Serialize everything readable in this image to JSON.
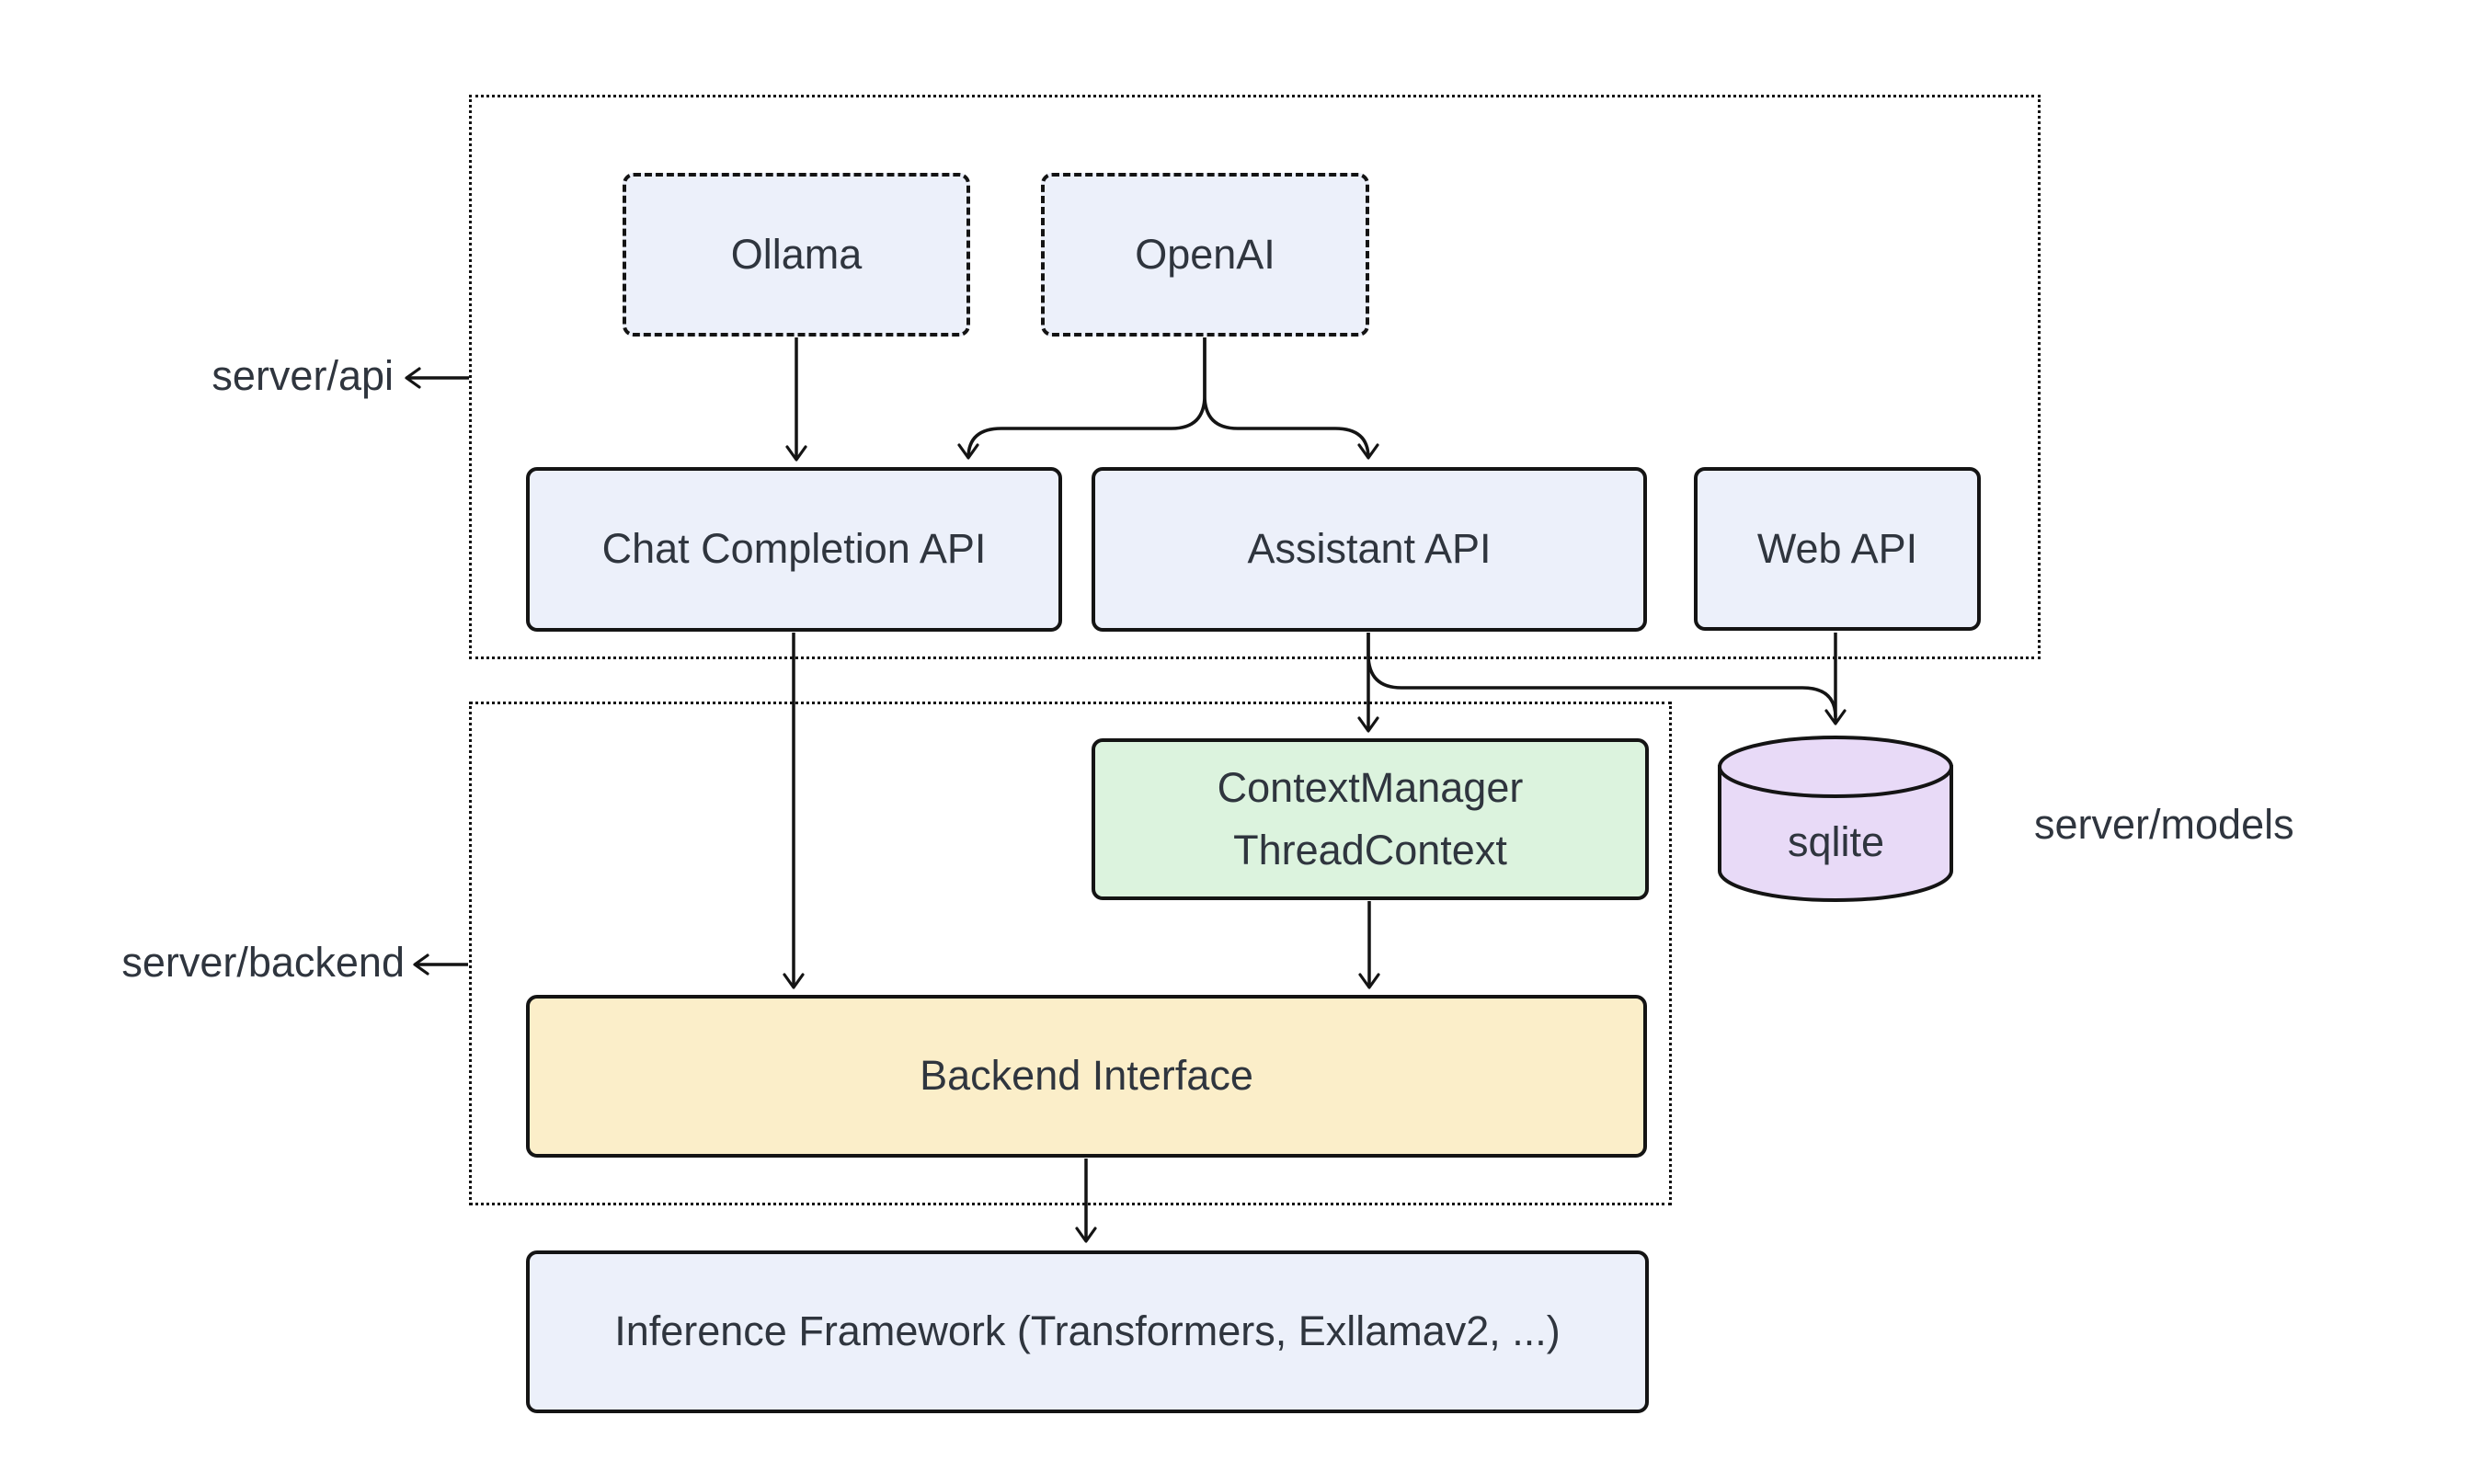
{
  "diagram": {
    "containers": {
      "api": {
        "label": "server/api"
      },
      "backend": {
        "label": "server/backend"
      },
      "models": {
        "label": "server/models"
      }
    },
    "nodes": {
      "ollama": {
        "label": "Ollama"
      },
      "openai": {
        "label": "OpenAI"
      },
      "chat_api": {
        "label": "Chat Completion API"
      },
      "assistant_api": {
        "label": "Assistant API"
      },
      "web_api": {
        "label": "Web API"
      },
      "context": {
        "line1": "ContextManager",
        "line2": "ThreadContext"
      },
      "sqlite": {
        "label": "sqlite"
      },
      "backend_interface": {
        "label": "Backend Interface"
      },
      "inference": {
        "label": "Inference Framework (Transformers, Exllamav2, ...)"
      }
    },
    "edges": [
      {
        "from": "Ollama",
        "to": "Chat Completion API"
      },
      {
        "from": "OpenAI",
        "to": "Chat Completion API"
      },
      {
        "from": "OpenAI",
        "to": "Assistant API"
      },
      {
        "from": "Chat Completion API",
        "to": "Backend Interface"
      },
      {
        "from": "Assistant API",
        "to": "ContextManager ThreadContext"
      },
      {
        "from": "Assistant API",
        "to": "sqlite"
      },
      {
        "from": "Web API",
        "to": "sqlite"
      },
      {
        "from": "ContextManager ThreadContext",
        "to": "Backend Interface"
      },
      {
        "from": "Backend Interface",
        "to": "Inference Framework (Transformers, Exllamav2, ...)"
      },
      {
        "from": "server/api container",
        "to": "server/api label",
        "style": "annotation-arrow"
      },
      {
        "from": "server/backend container",
        "to": "server/backend label",
        "style": "annotation-arrow"
      }
    ],
    "colors": {
      "background": "#FFFFFF",
      "node_blue": "#ECF0FA",
      "node_green": "#DCF3DE",
      "node_yellow": "#FBEEC9",
      "node_purple": "#E8DAF7",
      "stroke": "#141414",
      "text": "#2F353E"
    }
  }
}
